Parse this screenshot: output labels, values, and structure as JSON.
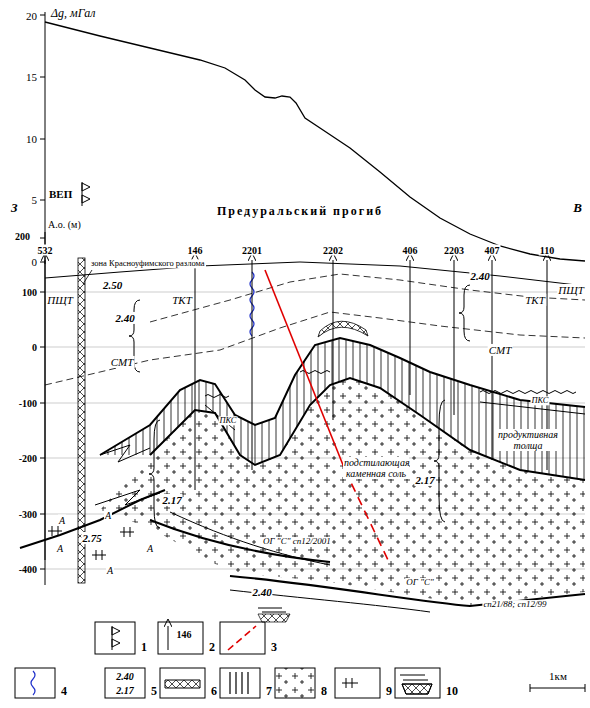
{
  "diagram": {
    "labels": [
      "Δg, мГал",
      "20",
      "15",
      "10",
      "5",
      "0",
      "З",
      "ВЕП",
      "Предуральский прогиб",
      "В",
      "А.о. (м)",
      "532",
      "146",
      "2201",
      "2202",
      "406",
      "2203",
      "407",
      "110",
      "200",
      "100",
      "0",
      "-100",
      "-200",
      "-300",
      "-400",
      "зона Красноуфимского разлома",
      "ПЩТ",
      "2.50",
      "ТКТ",
      "2.40",
      "СМТ",
      "2.17",
      "А",
      "А",
      "А",
      "А",
      "А",
      "2.75",
      "ПКС",
      "2.40",
      "ТКТ",
      "ПЩТ",
      "СМТ",
      "ПКС",
      "продуктивная толща",
      "подстилающая каменная соль",
      "2.17",
      "ОГ \"С\" сп12/2001",
      "2.40",
      "ОГ \"С\"",
      "сп21/88; сп12/99",
      "146",
      "2.40",
      "2.17",
      "1км"
    ],
    "legend": [
      {
        "text": "1"
      },
      {
        "text": "2"
      },
      {
        "text": "3"
      },
      {
        "text": "4"
      },
      {
        "text": "5"
      },
      {
        "text": "6"
      },
      {
        "text": "7"
      },
      {
        "text": "8"
      },
      {
        "text": "9"
      },
      {
        "text": "10"
      }
    ]
  }
}
